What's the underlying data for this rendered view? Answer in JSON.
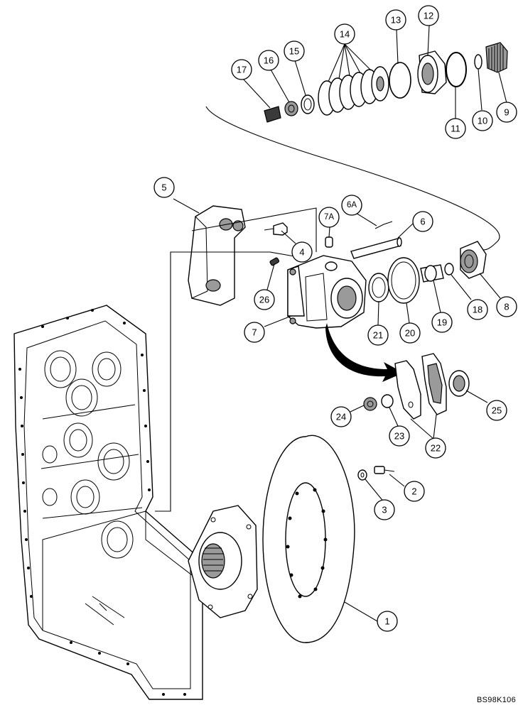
{
  "figure_code": "BS98K106",
  "callouts": [
    "1",
    "2",
    "3",
    "4",
    "5",
    "6",
    "6A",
    "7",
    "7A",
    "8",
    "9",
    "10",
    "11",
    "12",
    "13",
    "14",
    "15",
    "16",
    "17",
    "18",
    "19",
    "20",
    "21",
    "22",
    "23",
    "24",
    "25",
    "26"
  ]
}
